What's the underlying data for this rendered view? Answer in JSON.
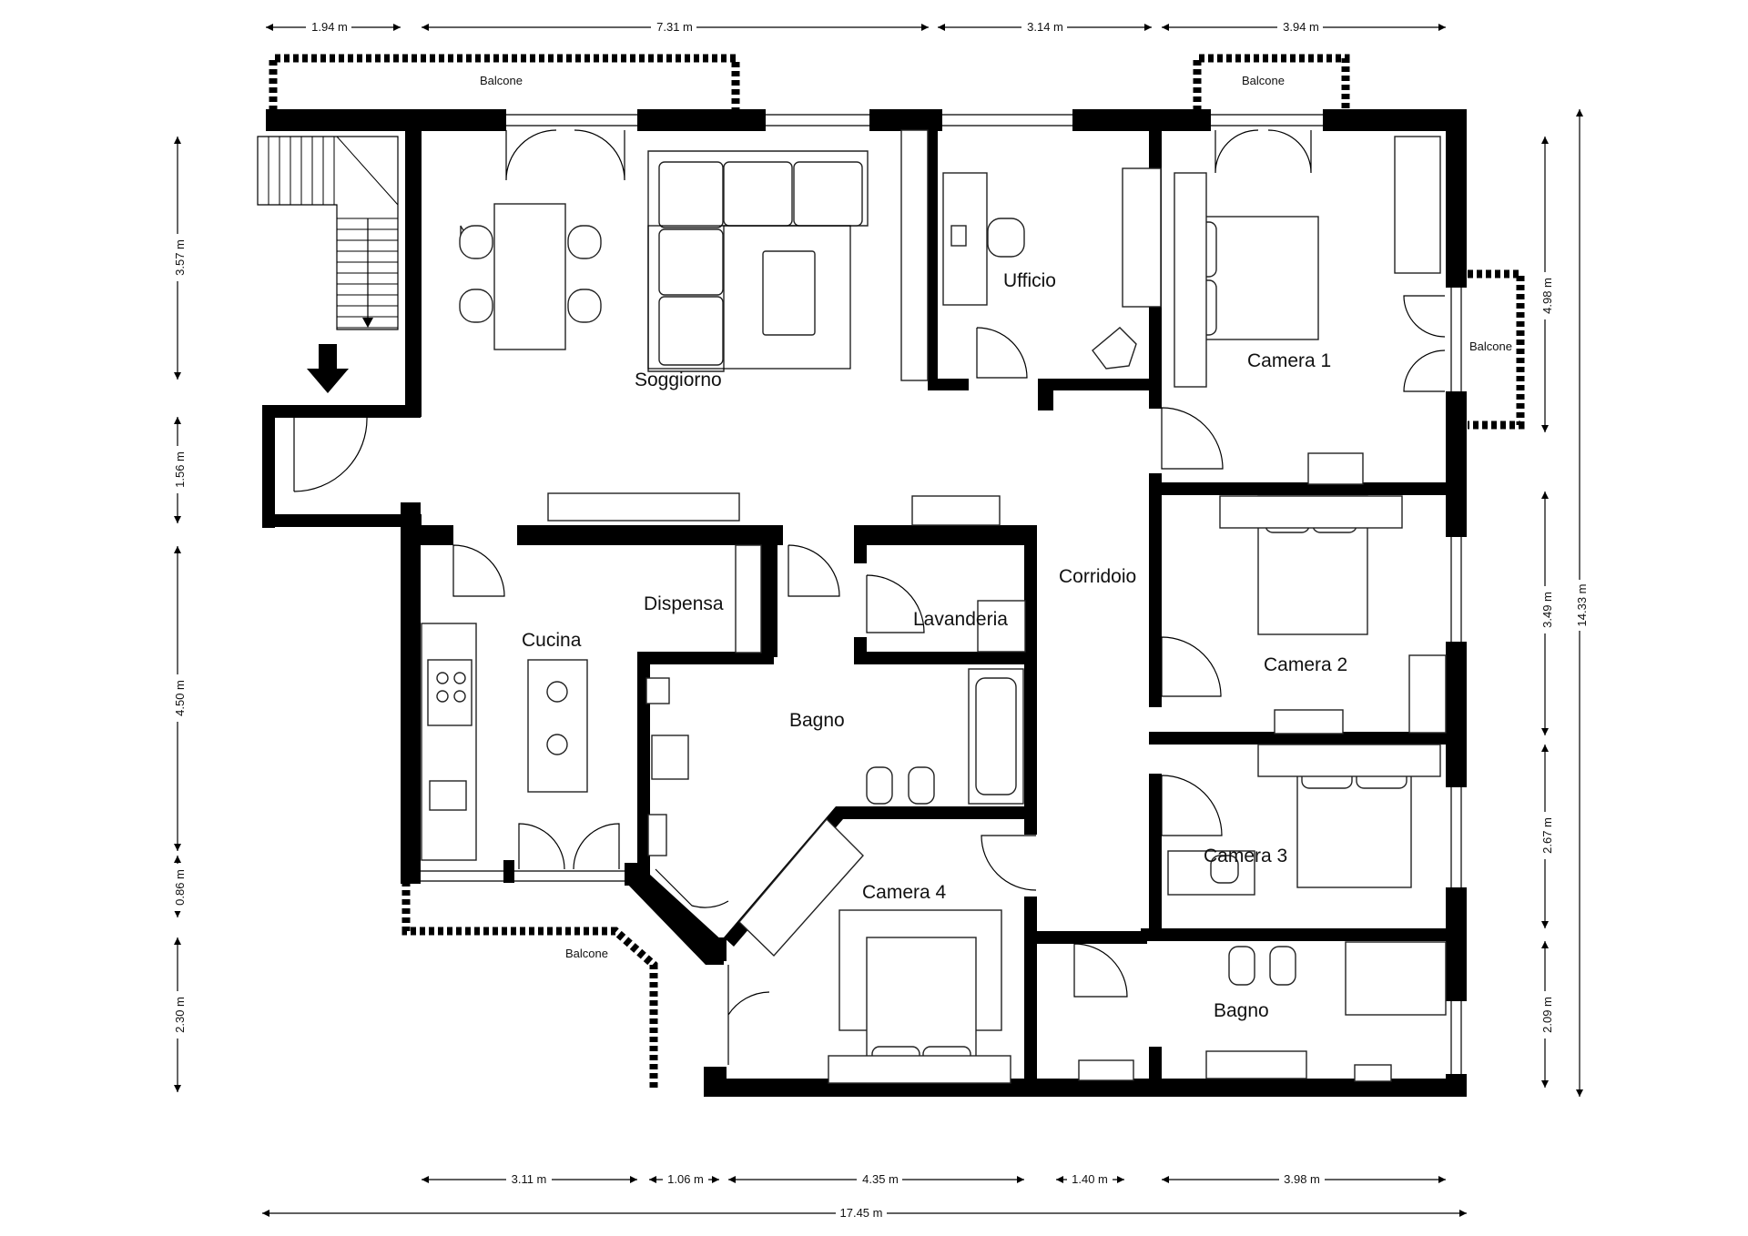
{
  "rooms": {
    "soggiorno": "Soggiorno",
    "ufficio": "Ufficio",
    "camera1": "Camera 1",
    "camera2": "Camera 2",
    "camera3": "Camera 3",
    "camera4": "Camera 4",
    "corridoio": "Corridoio",
    "cucina": "Cucina",
    "dispensa": "Dispensa",
    "lavanderia": "Lavanderia",
    "bagno1": "Bagno",
    "bagno2": "Bagno"
  },
  "balconies": {
    "top_left": "Balcone",
    "top_right": "Balcone",
    "right": "Balcone",
    "bottom": "Balcone"
  },
  "dimensions": {
    "top": [
      "1.94 m",
      "7.31 m",
      "3.14 m",
      "3.94 m"
    ],
    "bottom": [
      "3.11 m",
      "1.06 m",
      "4.35 m",
      "1.40 m",
      "3.98 m"
    ],
    "total_width": "17.45 m",
    "left": [
      "3.57 m",
      "1.56 m",
      "4.50 m",
      "0.86 m",
      "2.30 m"
    ],
    "right": [
      "4.98 m",
      "3.49 m",
      "2.67 m",
      "2.09 m"
    ],
    "total_height": "14.33 m"
  }
}
